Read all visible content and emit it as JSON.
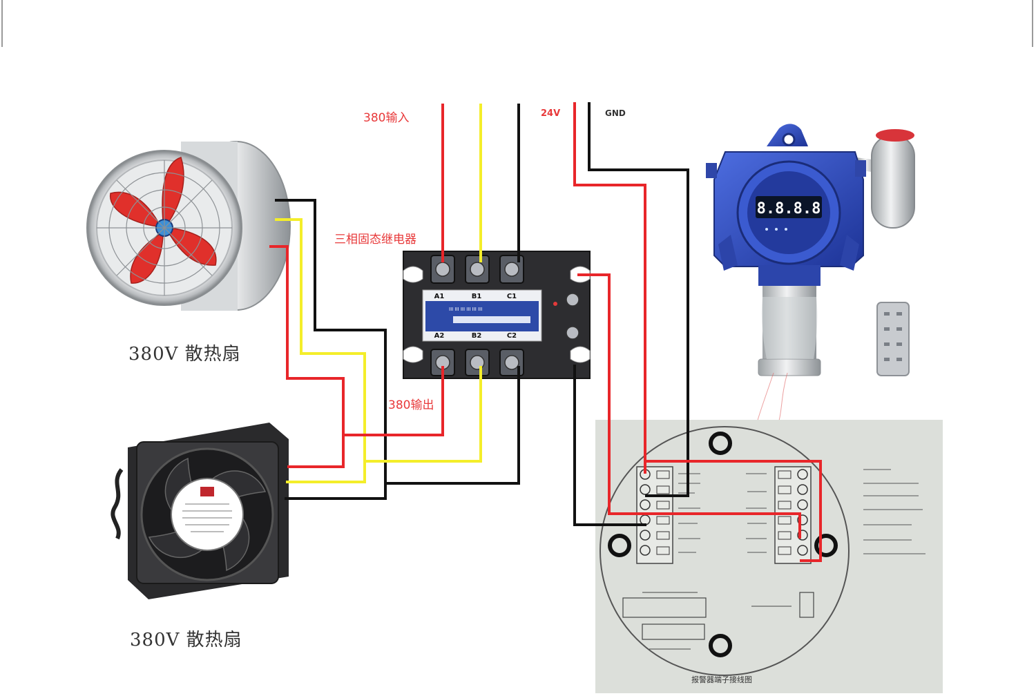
{
  "labels": {
    "input_380": "380输入",
    "v24": "24V",
    "gnd": "GND",
    "ssr": "三相固态继电器",
    "output_380": "380输出",
    "fan_top": "380V  散热扇",
    "fan_bottom": "380V  散热扇"
  },
  "relay": {
    "terminals_top": [
      "A1",
      "B1",
      "C1"
    ],
    "terminals_bottom": [
      "A2",
      "B2",
      "C2"
    ]
  },
  "detector": {
    "display": "8.8.8.8"
  },
  "panel": {
    "title": "报警器端子接线图"
  },
  "colors": {
    "wire_red": "#e8262a",
    "wire_yellow": "#f4ee2a",
    "wire_black": "#111111",
    "label_red": "#e8393a",
    "panel_bg": "#dcdfda",
    "detector_blue": "#2e49b5"
  },
  "icons": [
    "axial-fan-icon",
    "square-fan-icon",
    "solid-state-relay-icon",
    "gas-detector-icon",
    "remote-control-icon",
    "terminal-board-icon"
  ]
}
